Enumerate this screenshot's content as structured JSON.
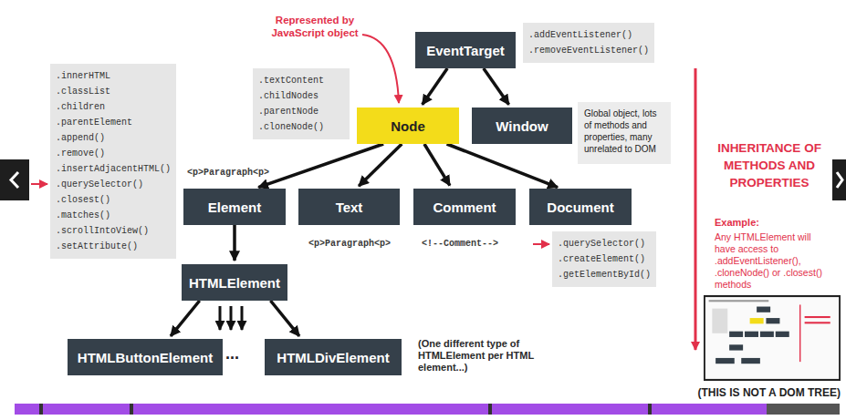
{
  "diagram": {
    "nodes": [
      {
        "text": [
          "EventTarget"
        ]
      },
      {
        "text": [
          ".addEventListener()",
          ".removeEventListener()"
        ]
      },
      {
        "text": [
          ".innerHTML",
          ".classList",
          ".children",
          ".parentElement",
          ".append()",
          ".remove()",
          ".insertAdjacentHTML()",
          ".querySelector()",
          ".closest()",
          ".matches()",
          ".scrollIntoView()",
          ".setAttribute()"
        ]
      },
      {
        "text": [
          ".textContent",
          ".childNodes",
          ".parentNode",
          ".cloneNode()"
        ]
      },
      {
        "text": [
          "Node"
        ]
      },
      {
        "text": [
          "Window"
        ]
      },
      {
        "text": [
          "Global object, lots of methods and properties, many unrelated to DOM"
        ]
      },
      {
        "text": [
          "Element"
        ]
      },
      {
        "text": [
          "Text"
        ]
      },
      {
        "text": [
          "Comment"
        ]
      },
      {
        "text": [
          "Document"
        ]
      },
      {
        "text": [
          ".querySelector()",
          ".createElement()",
          ".getElementById()"
        ]
      },
      {
        "text": [
          "HTMLElement"
        ]
      },
      {
        "text": [
          "HTMLButtonElement"
        ]
      },
      {
        "text": [
          "HTMLDivElement"
        ]
      }
    ],
    "edges": [
      {
        "from": 0,
        "to": 4,
        "arrow": "to"
      },
      {
        "from": 0,
        "to": 5,
        "arrow": "to"
      },
      {
        "from": 4,
        "to": 7,
        "arrow": "to"
      },
      {
        "from": 4,
        "to": 8,
        "arrow": "to"
      },
      {
        "from": 4,
        "to": 9,
        "arrow": "to"
      },
      {
        "from": 4,
        "to": 10,
        "arrow": "to"
      },
      {
        "from": 7,
        "to": 12,
        "arrow": "to"
      },
      {
        "from": 12,
        "to": 13,
        "arrow": "to"
      },
      {
        "from": 12,
        "to": 14,
        "arrow": "to"
      }
    ],
    "labels": [
      "Represented by JavaScript object",
      "<p>Paragraph<p>",
      "<p>Paragraph<p>",
      "<!--Comment-->",
      "...",
      "(One different type of HTMLElement per HTML element...)",
      "INHERITANCE OF METHODS AND PROPERTIES",
      "Example:",
      "Any HTMLElement will have access to .addEventListener(), .cloneNode() or .closest() methods",
      "(THIS IS NOT A DOM TREE)"
    ]
  }
}
